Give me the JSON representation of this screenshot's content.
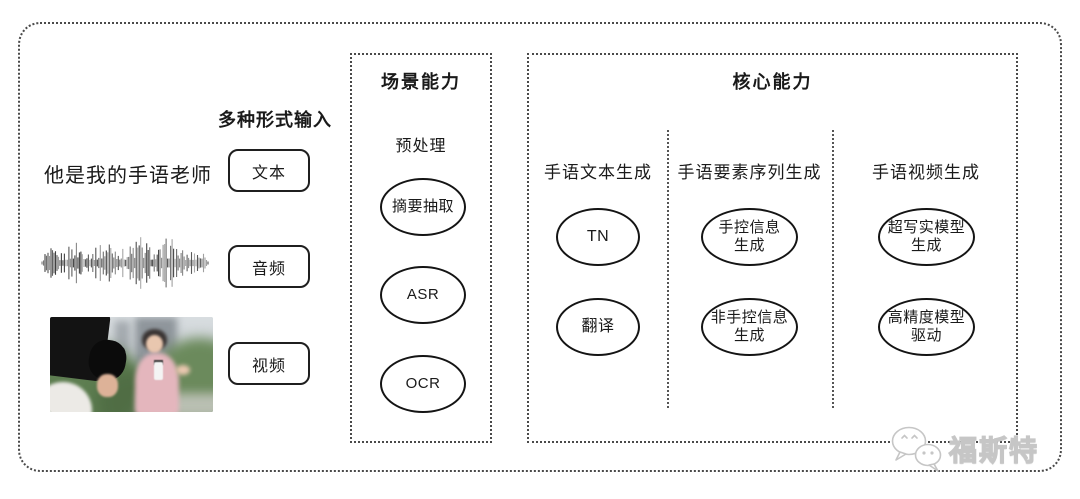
{
  "input_section": {
    "heading": "多种形式输入",
    "sentence": "他是我的手语老师",
    "boxes": [
      {
        "label": "文本"
      },
      {
        "label": "音频"
      },
      {
        "label": "视频"
      }
    ]
  },
  "scene_section": {
    "title": "场景能力",
    "subtitle": "预处理",
    "nodes": [
      "摘要抽取",
      "ASR",
      "OCR"
    ]
  },
  "core_section": {
    "title": "核心能力",
    "columns": [
      {
        "header": "手语文本生成",
        "nodes": [
          {
            "line1": "TN",
            "line2": ""
          },
          {
            "line1": "翻译",
            "line2": ""
          }
        ]
      },
      {
        "header": "手语要素序列生成",
        "nodes": [
          {
            "line1": "手控信息",
            "line2": "生成"
          },
          {
            "line1": "非手控信息",
            "line2": "生成"
          }
        ]
      },
      {
        "header": "手语视频生成",
        "nodes": [
          {
            "line1": "超写实模型",
            "line2": "生成"
          },
          {
            "line1": "高精度模型",
            "line2": "驱动"
          }
        ]
      }
    ]
  },
  "watermark": {
    "text": "福斯特",
    "icon": "wechat-icon"
  },
  "colors": {
    "ink": "#1a1a1a",
    "dotted_border": "#4a4a4a",
    "watermark_gray": "#c6c6c6"
  }
}
